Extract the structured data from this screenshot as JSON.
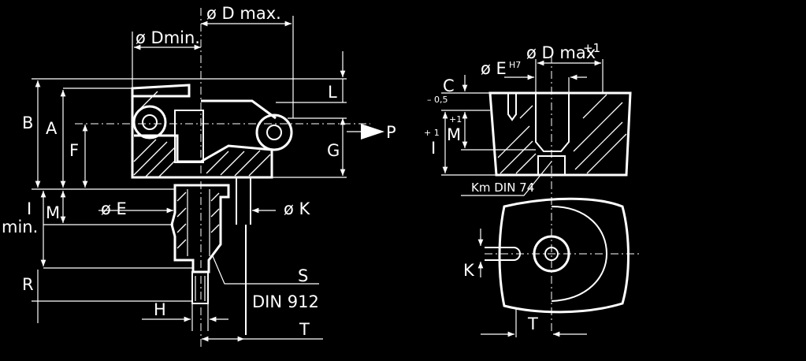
{
  "left_view": {
    "d_max": "ø D max.",
    "d_min": "ø Dmin.",
    "b": "B",
    "a": "A",
    "f": "F",
    "l": "L",
    "g": "G",
    "p": "P",
    "i_min_1": "I",
    "i_min_2": "min.",
    "m": "M",
    "e": "ø E",
    "k": "ø K",
    "s": "S",
    "din912": "DIN 912",
    "r": "R",
    "h": "H",
    "t": "T"
  },
  "right_view": {
    "d_max_main": "ø D max",
    "d_max_sup": "+1",
    "e_main": "ø E",
    "e_sup": "H7",
    "c": "C",
    "c_tol": "– 0,5",
    "plus1_a": "+1",
    "plus1_b": "+ 1",
    "m": "M",
    "i": "I",
    "km": "Km DIN 74",
    "k": "K",
    "t": "T"
  }
}
